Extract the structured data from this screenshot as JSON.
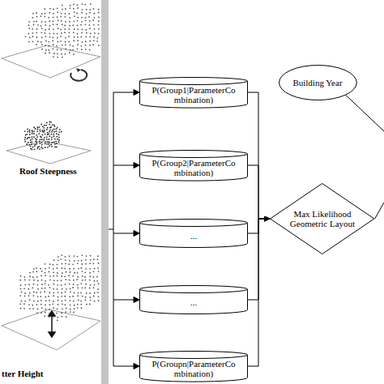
{
  "diagram": {
    "nodes": [
      {
        "text": [
          "P(Group1|ParameterCo mbination)"
        ]
      },
      {
        "text": [
          "P(Group2|ParameterCo mbination)"
        ]
      },
      {
        "text": [
          "..."
        ]
      },
      {
        "text": [
          "..."
        ]
      },
      {
        "text": [
          "P(Groupn|ParameterCo mbination)"
        ]
      },
      {
        "text": [
          "Building Year"
        ]
      },
      {
        "text": [
          "Max Likelihood Geometric Layout"
        ]
      }
    ],
    "edges": [
      {
        "from": 0,
        "to": 6,
        "arrow": "to"
      },
      {
        "from": 1,
        "to": 6,
        "arrow": "to"
      },
      {
        "from": 2,
        "to": 6,
        "arrow": "to"
      },
      {
        "from": 3,
        "to": 6,
        "arrow": "to"
      },
      {
        "from": 4,
        "to": 6,
        "arrow": "to"
      }
    ],
    "labels": [
      "Roof Steepness",
      "tter Height"
    ]
  }
}
